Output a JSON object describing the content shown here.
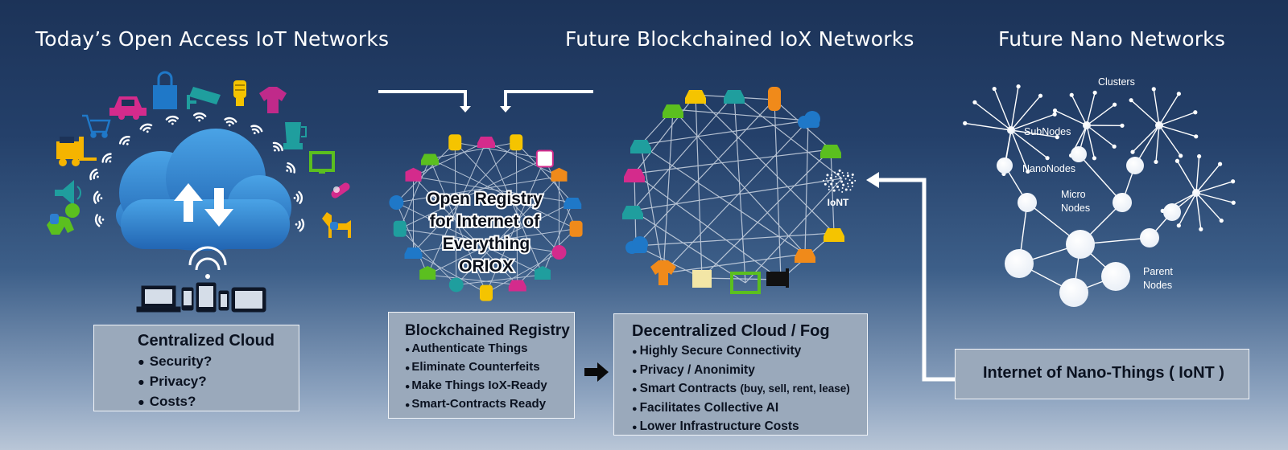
{
  "titles": {
    "left": "Today’s Open Access IoT Networks",
    "middle": "Future Blockchained IoX Networks",
    "right": "Future Nano Networks"
  },
  "registry_label": [
    "Open Registry",
    "for Internet of",
    "Everything",
    "ORIOX"
  ],
  "iont_label": "IoNT",
  "nano_labels": {
    "clusters": "Clusters",
    "subnodes": "SubNodes",
    "nanonodes": "NanoNodes",
    "micro_1": "Micro",
    "micro_2": "Nodes",
    "parent_1": "Parent",
    "parent_2": "Nodes"
  },
  "centralized": {
    "title": "Centralized Cloud",
    "items": [
      "Security?",
      "Privacy?",
      "Costs?"
    ]
  },
  "blockchained": {
    "title": "Blockchained Registry",
    "items": [
      "Authenticate Things",
      "Eliminate Counterfeits",
      "Make Things IoX-Ready",
      "Smart-Contracts Ready"
    ]
  },
  "decentralized": {
    "title": "Decentralized Cloud / Fog",
    "items": [
      "Highly Secure Connectivity",
      "Privacy / Anonimity",
      "Smart Contracts",
      "Facilitates Collective AI",
      "Lower Infrastructure Costs"
    ],
    "smart_contracts_note": "(buy, sell, rent, lease)"
  },
  "iont_box": {
    "title": "Internet of Nano-Things ( IoNT )"
  },
  "colors": {
    "cloud": "#3a8fd6",
    "yellow": "#f5c400",
    "magenta": "#d42b8c",
    "green": "#5bbf1f",
    "teal": "#1f9e9e",
    "orange": "#f08a1a",
    "blue": "#1f78c8",
    "box": "#9aa9bb"
  }
}
